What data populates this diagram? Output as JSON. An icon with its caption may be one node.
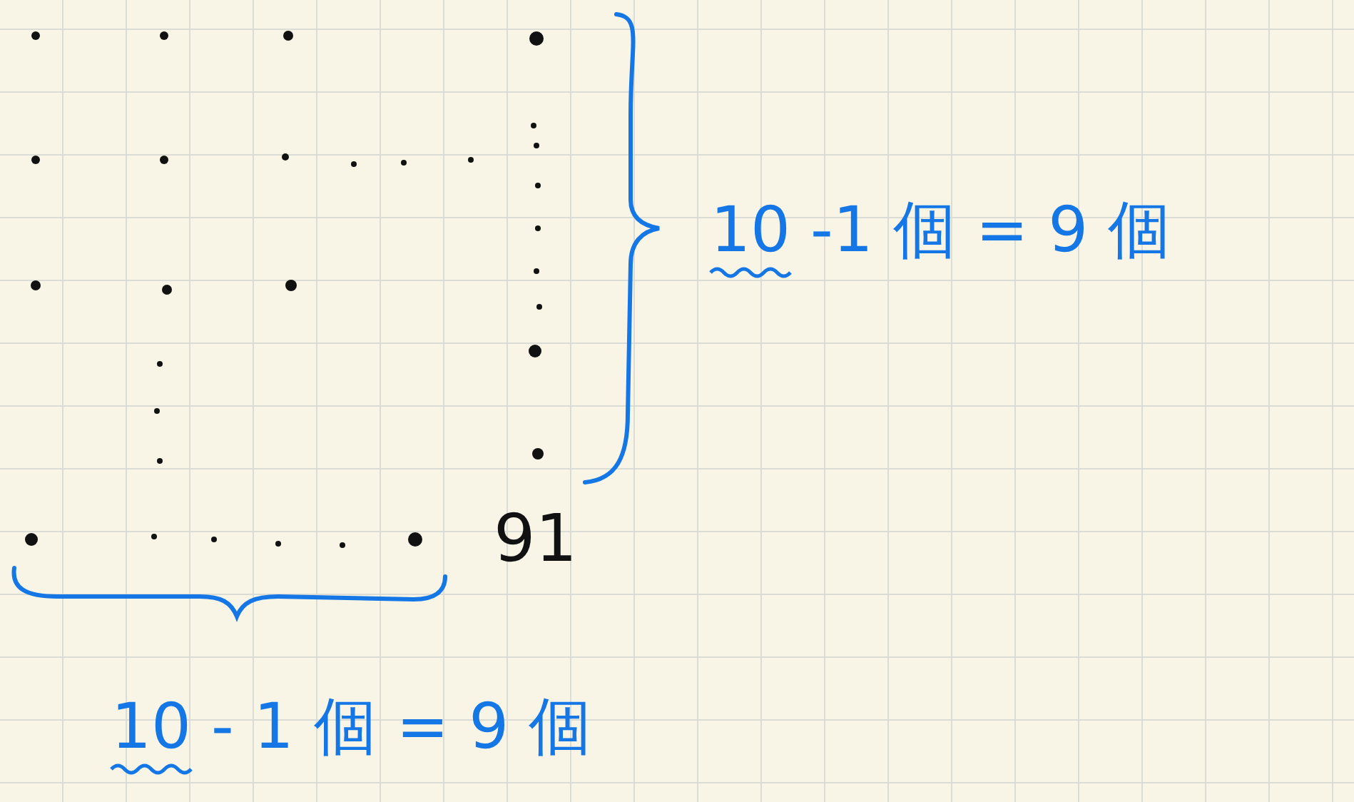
{
  "diagram": {
    "labels": [
      "10 -1 個 = 9 個",
      "91",
      "10 - 1 個 = 9 個"
    ]
  }
}
